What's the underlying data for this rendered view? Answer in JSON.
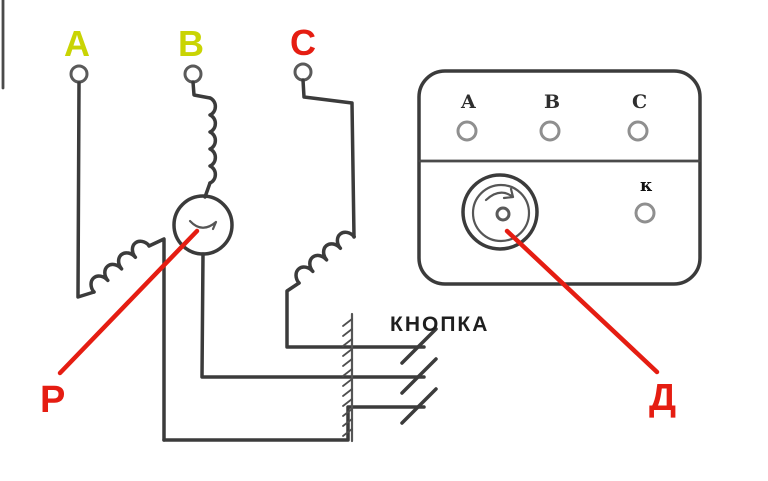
{
  "schematic": {
    "phase_labels": {
      "a": "A",
      "b": "B",
      "c": "C"
    },
    "button_label": "КНОПКА",
    "relay_annotation": "Р",
    "dial_annotation": "Д"
  },
  "panel": {
    "terminal_labels": {
      "a": "A",
      "b": "B",
      "c": "C"
    },
    "button_label": "к"
  },
  "colors": {
    "wire": "#3b3b3b",
    "phase_label_yellow_green": "#c9d404",
    "phase_label_red": "#e51d12",
    "annotation_red": "#e51d12",
    "panel_circle_gray": "#8f8f8f",
    "background": "#ffffff"
  }
}
